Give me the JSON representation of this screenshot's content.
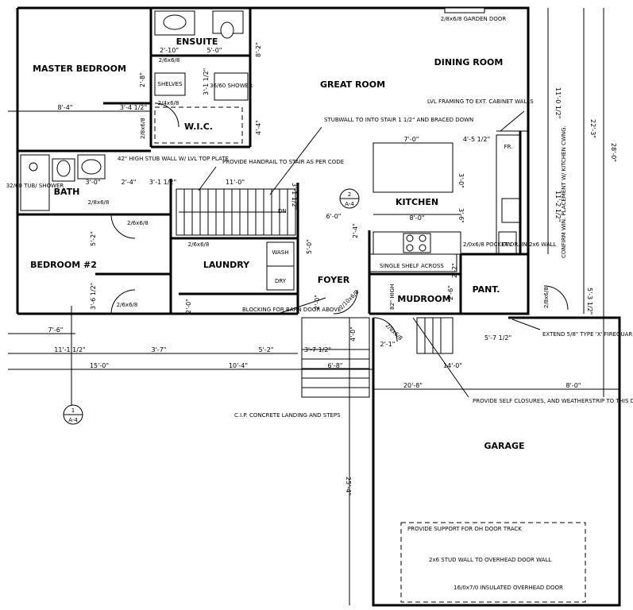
{
  "rooms": {
    "ensuite": "ENSUITE",
    "master_bedroom": "MASTER BEDROOM",
    "great_room": "GREAT ROOM",
    "dining_room": "DINING ROOM",
    "wic": "W.I.C.",
    "bath": "BATH",
    "kitchen": "KITCHEN",
    "bedroom2": "BEDROOM #2",
    "laundry": "LAUNDRY",
    "foyer": "FOYER",
    "mudroom": "MUDROOM",
    "pantry": "PANT.",
    "garage": "GARAGE",
    "shelves": "SHELVES",
    "shower": "36/60 SHOWER",
    "tub_shower": "32/60 TUB/ SHOWER",
    "washer": "WASH",
    "dryer": "DRY",
    "fridge": "FR.",
    "dishwasher": "DW"
  },
  "notes": {
    "garden_door": "2/8x6/8 GARDEN DOOR",
    "lvl_framing": "LVL FRAMING TO EXT. CABINET WALLS",
    "stubwall_stair": "STUBWALL TO INTO STAIR 1 1/2\" AND BRACED DOWN",
    "stub_wall_42": "42\" HIGH STUB WALL W/ LVL TOP PLATE",
    "handrail": "PROVIDE HANDRAIL TO STAIR AS PER CODE",
    "single_shelf": "SINGLE SHELF ACROSS",
    "pocket_door": "2/0x6/8 POCKET DR. IN 2x6 WALL",
    "confirm_win": "CONFIRM WIN. PLACEMENT W/ KITCHEN CWNG.",
    "blocking": "BLOCKING FOR BARN DOOR ABOVE",
    "fireguard": "EXTEND 5/8\" TYPE 'X' FIREGUARD DRYWALL TO U/S OF ROOF SHEATHING",
    "self_closures": "PROVIDE SELF CLOSURES, AND WEATHERSTRIP TO THIS DOOR WOOD LANDING AND STAIR DOWN TO SUIT",
    "concrete": "C.I.P. CONCRETE LANDING AND STEPS",
    "oh_support": "PROVIDE SUPPORT FOR OH DOOR TRACK",
    "stud_wall": "2x6 STUD WALL TO OVERHEAD DOOR WALL",
    "overhead_door": "16/0x7/0 INSULATED OVERHEAD DOOR",
    "dn": "DN."
  },
  "doors": {
    "d1": "2/6x6/8",
    "d2": "2/4x6/8",
    "d3": "2/8x6/8",
    "d4": "2/8x6/8",
    "d5": "2/6x6/8",
    "d6": "2/6x6/8",
    "d7": "2/6x6/8",
    "d8": "2/10x6/8",
    "d9": "2/8x6/8",
    "d10": "2/8x6/8"
  },
  "dims": {
    "d_2_10": "2'-10\"",
    "d_5_0": "5'-0\"",
    "d_8_2": "8'-2\"",
    "d_2_8": "2'-8\"",
    "d_3_1_half": "3'-1 1/2\"",
    "d_8_4": "8'-4\"",
    "d_3_4_half": "3'-4 1/2\"",
    "d_4_4": "4'-4\"",
    "d_11_0_half": "11'-0 1/2\"",
    "d_22_3": "22'-3\"",
    "d_28_0": "28'-0\"",
    "d_7_0": "7'-0\"",
    "d_4_5_half": "4'-5 1/2\"",
    "d_11_2_half": "11'-2 1/2\"",
    "d_3_0": "3'-0\"",
    "d_2_4": "2'-4\"",
    "d_3_1_half_b": "3'-1 1/2\"",
    "d_11_0": "11'-0\"",
    "d_3_1_half_c": "3'-1 1/2\"",
    "d_6_0": "6'-0\"",
    "d_8_0": "8'-0\"",
    "d_3_6": "3'-6\"",
    "d_5_0_b": "5'-0\"",
    "d_2_4_b": "2'-4\"",
    "d_5_2": "5'-2\"",
    "d_3_6_half": "3'-6 1/2\"",
    "d_2_0": "2'-0\"",
    "d_7_6": "7'-6\"",
    "d_11_1_half": "11'-1 1/2\"",
    "d_3_7": "3'-7\"",
    "d_5_2_b": "5'-2\"",
    "d_3_7_half": "3'-7 1/2\"",
    "d_15_0": "15'-0\"",
    "d_10_4": "10'-4\"",
    "d_6_8": "6'-8\"",
    "d_14_0": "14'-0\"",
    "d_20_8": "20'-8\"",
    "d_8_0_b": "8'-0\"",
    "d_5_7_half": "5'-7 1/2\"",
    "d_5_3_half": "5'-3 1/2\"",
    "d_4_0": "4'-0\"",
    "d_2_1": "2'-1\"",
    "d_2_6": "2'-6\"",
    "d_2_2": "2'-2\"",
    "d_25_4": "25'-4\"",
    "d_82": "82\" HIGH",
    "d_2_0_b": "2'-0\"",
    "d_3_0_b": "3'-0\""
  },
  "section_markers": {
    "m1_num": "1",
    "m1_ref": "A-4",
    "m2_num": "2",
    "m2_ref": "A-4"
  }
}
